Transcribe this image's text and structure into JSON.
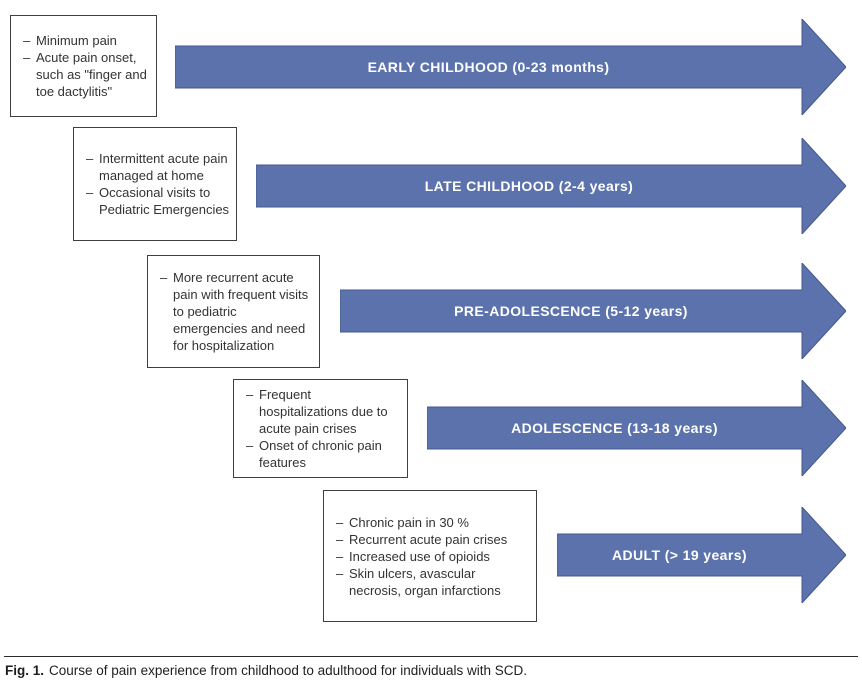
{
  "figure": {
    "caption_label": "Fig. 1.",
    "caption_text": "Course of pain experience from childhood to adulthood for individuals with SCD."
  },
  "colors": {
    "arrow_fill": "#5b72ac",
    "arrow_stroke": "#46578f",
    "box_border": "#3f3f3f",
    "arrow_label_text": "#ffffff",
    "body_text": "#333333"
  },
  "stages": [
    {
      "arrow_label": "EARLY CHILDHOOD (0-23 months)",
      "box_bullets": [
        "Minimum pain",
        "Acute pain onset, such as \"finger and toe dactylitis\""
      ]
    },
    {
      "arrow_label": "LATE CHILDHOOD (2-4 years)",
      "box_bullets": [
        "Intermittent acute pain managed at home",
        "Occasional visits to Pediatric Emergencies"
      ]
    },
    {
      "arrow_label": "PRE-ADOLESCENCE (5-12 years)",
      "box_bullets": [
        "More recurrent acute pain with frequent visits to pediatric emergencies and need for hospitalization"
      ]
    },
    {
      "arrow_label": "ADOLESCENCE (13-18 years)",
      "box_bullets": [
        "Frequent hospitalizations due to acute pain crises",
        "Onset of chronic pain features"
      ]
    },
    {
      "arrow_label": "ADULT (> 19 years)",
      "box_bullets": [
        "Chronic pain in 30 %",
        "Recurrent acute pain crises",
        "Increased use of opioids",
        "Skin ulcers, avascular necrosis, organ infarctions"
      ]
    }
  ]
}
